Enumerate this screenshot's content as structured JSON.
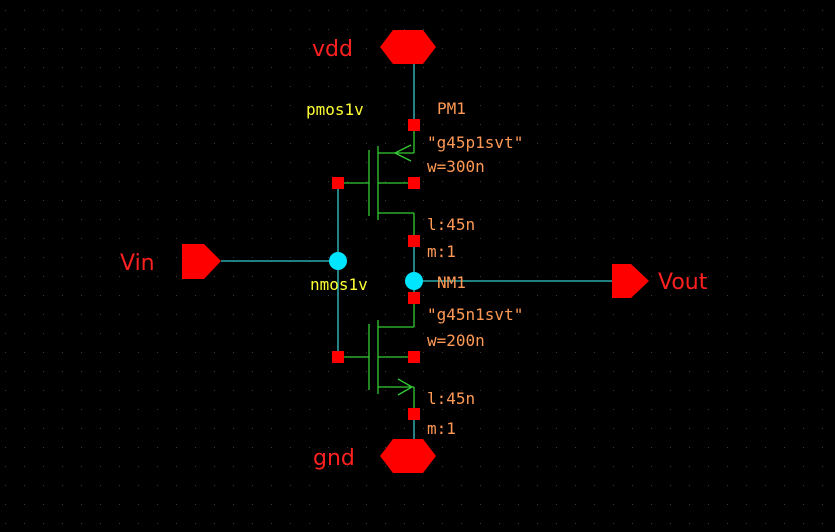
{
  "colors": {
    "background": "#000000",
    "grid": "#3a3a3a",
    "wire": "#33cccc",
    "device": "#33cc33",
    "pin": "#ff0000",
    "pin_label": "#ff2020",
    "cell_name": "#ffff33",
    "parameter": "#ff9955",
    "junction": "#00e5ff"
  },
  "pins": {
    "vdd": "vdd",
    "gnd": "gnd",
    "vin": "Vin",
    "vout": "Vout"
  },
  "pmos": {
    "cell": "pmos1v",
    "instance": "PM1",
    "model": "\"g45p1svt\"",
    "width": "w=300n",
    "length": "l:45n",
    "multiplier": "m:1"
  },
  "nmos": {
    "cell": "nmos1v",
    "instance": "NM1",
    "model": "\"g45n1svt\"",
    "width": "w=200n",
    "length": "l:45n",
    "multiplier": "m:1"
  }
}
